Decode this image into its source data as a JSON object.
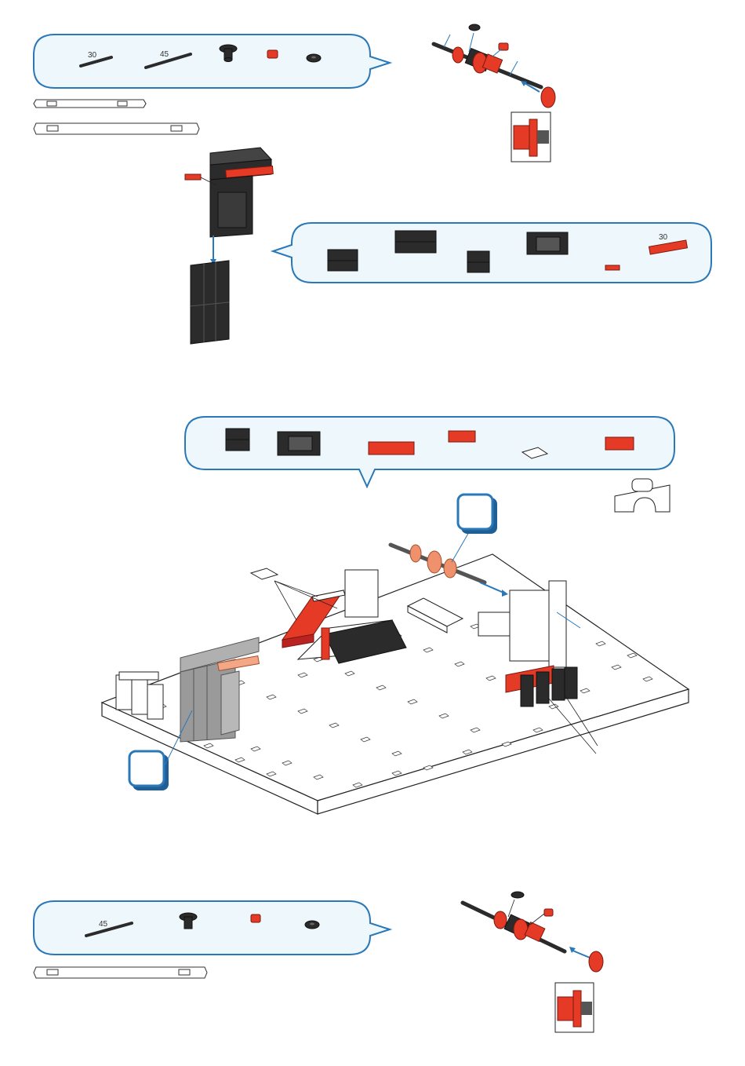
{
  "parts_panel_1": {
    "axle_a_label": "30",
    "axle_b_label": "45",
    "items": [
      "axle-30",
      "axle-45",
      "gear-small",
      "red-hub",
      "nut"
    ]
  },
  "parts_panel_2": {
    "rod_label": "30",
    "items": [
      "building-block-double",
      "building-block-double",
      "building-block-small",
      "housing-block",
      "red-pin",
      "red-rod-30"
    ]
  },
  "parts_panel_3": {
    "items": [
      "building-block-small",
      "housing-block",
      "red-plate",
      "red-plate-small",
      "clip-white",
      "red-angle"
    ]
  },
  "parts_panel_4": {
    "axle_label": "45",
    "items": [
      "axle-45",
      "gear-small",
      "red-hub",
      "nut"
    ]
  },
  "colors": {
    "accent": "#2a78b8",
    "bubble_fill": "#eef7fb",
    "red_part": "#e53a25",
    "dark_part": "#2b2b2b",
    "gray_part": "#9a9a9a"
  }
}
